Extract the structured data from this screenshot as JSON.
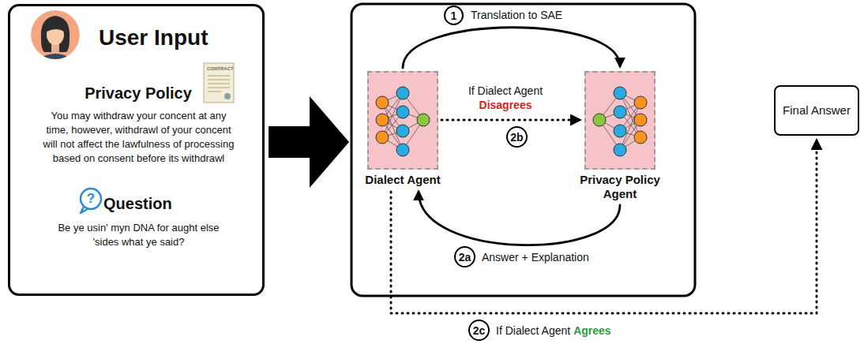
{
  "diagram": {
    "nodes": [
      {
        "text": [
          "User Input",
          "Privacy Policy",
          "You may withdraw your concent at any time, however, withdrawl of your concent will not affect the lawfulness of processing based on consent before its withdrawl",
          "Question",
          "Be ye usin' myn DNA for aught else 'sides what ye said?"
        ]
      },
      {
        "text": [
          "Dialect Agent"
        ]
      },
      {
        "text": [
          "Privacy Policy Agent"
        ]
      },
      {
        "text": [
          "Final Answer"
        ]
      }
    ],
    "edges": [
      {
        "from": 1,
        "to": 2,
        "label": "Translation to SAE",
        "arrow": "to"
      },
      {
        "from": 1,
        "to": 2,
        "label": "If Dialect Agent",
        "arrow": "to"
      },
      {
        "from": 2,
        "to": 1,
        "label": "Answer + Explanation",
        "arrow": "to"
      },
      {
        "from": 1,
        "to": 3,
        "label": "If Dialect Agent",
        "arrow": "to"
      }
    ],
    "labels": [
      "CONTRACT",
      "?",
      "1",
      "Disagrees",
      "2b",
      "2a",
      "2c",
      "Agrees"
    ]
  }
}
